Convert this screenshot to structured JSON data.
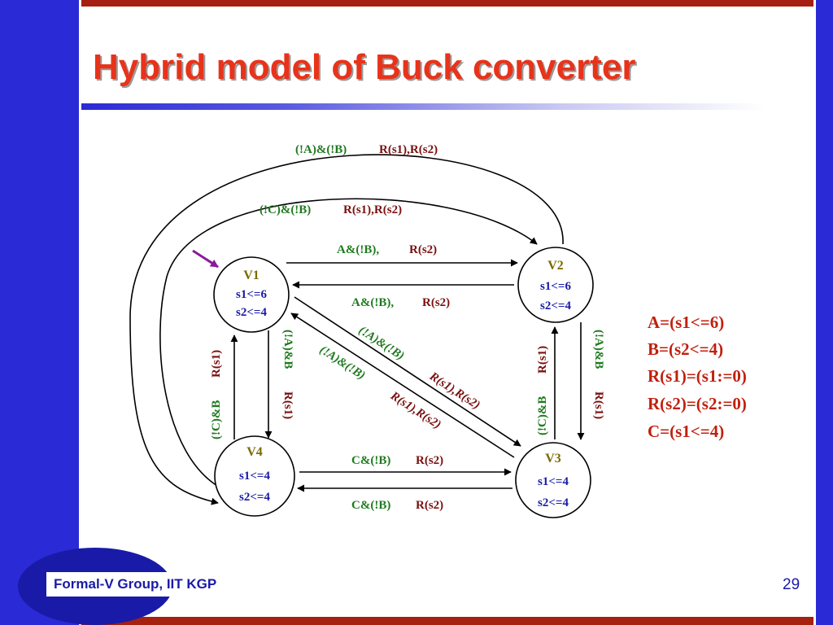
{
  "slide": {
    "title": "Hybrid model of Buck converter",
    "footer": "Formal-V Group, IIT KGP",
    "page_number": "29"
  },
  "colors": {
    "title": "#e8331a",
    "accent_blue": "#2a2ad6",
    "bar_red": "#a52010",
    "guard_green": "#1f7a1f",
    "reset_red": "#7a1010",
    "invariant_blue": "#1a1aa8",
    "legend_red": "#c0200f",
    "initial_arrow": "#8a1a9a"
  },
  "states": [
    {
      "name": "V1",
      "inv1": "s1<=6",
      "inv2": "s2<=4"
    },
    {
      "name": "V2",
      "inv1": "s1<=6",
      "inv2": "s2<=4"
    },
    {
      "name": "V3",
      "inv1": "s1<=4",
      "inv2": "s2<=4"
    },
    {
      "name": "V4",
      "inv1": "s1<=4",
      "inv2": "s2<=4"
    }
  ],
  "edges": [
    {
      "guard": "(!A)&(!B)",
      "reset": "R(s1),R(s2)"
    },
    {
      "guard": "(!C)&(!B)",
      "reset": "R(s1),R(s2)"
    },
    {
      "guard": "A&(!B),",
      "reset": "R(s2)"
    },
    {
      "guard": "A&(!B),",
      "reset": "R(s2)"
    },
    {
      "guard": "(!A)&(!B)",
      "reset": "R(s1),R(s2)"
    },
    {
      "guard": "(!A)&(!B)",
      "reset": "R(s1),R(s2)"
    },
    {
      "guard": "(!C)&B",
      "reset": "R(s1)"
    },
    {
      "guard": "(!A)&B",
      "reset": "R(s1)"
    },
    {
      "guard": "(!C)&B",
      "reset": "R(s1)"
    },
    {
      "guard": "(!A)&B",
      "reset": "R(s1)"
    },
    {
      "guard": "C&(!B)",
      "reset": "R(s2)"
    },
    {
      "guard": "C&(!B)",
      "reset": "R(s2)"
    }
  ],
  "legend": [
    "A=(s1<=6)",
    "B=(s2<=4)",
    "R(s1)=(s1:=0)",
    "R(s2)=(s2:=0)",
    "C=(s1<=4)"
  ]
}
